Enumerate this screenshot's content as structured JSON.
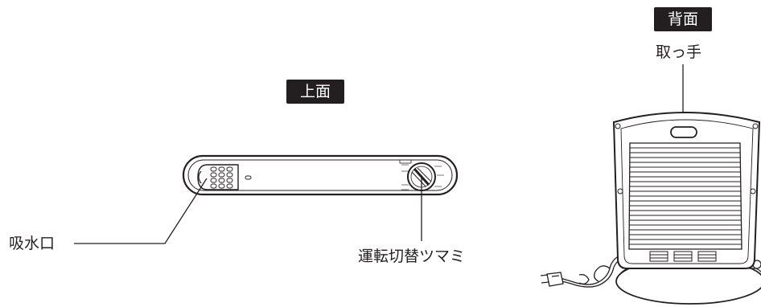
{
  "badges": {
    "top_view": "上面",
    "back_view": "背面"
  },
  "labels": {
    "water_intake": "吸水口",
    "mode_switch_knob": "運転切替ツマミ",
    "handle": "取っ手"
  },
  "colors": {
    "ink": "#231f20",
    "badge_background": "#231f20",
    "badge_text": "#ffffff"
  }
}
